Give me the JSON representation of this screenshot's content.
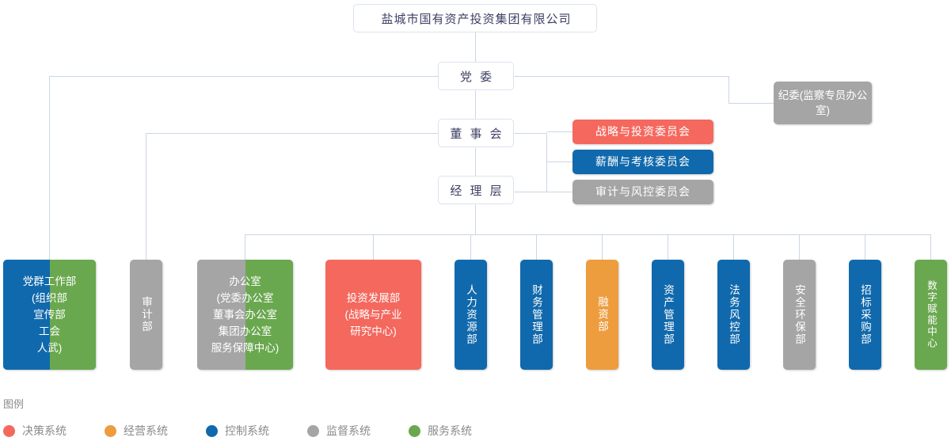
{
  "title_node": {
    "label": "盐城市国有资产投资集团有限公司"
  },
  "hierarchy": [
    {
      "name": "party-committee",
      "label": "党 委"
    },
    {
      "name": "board-of-directors",
      "label": "董 事 会"
    },
    {
      "name": "management-layer",
      "label": "经 理 层"
    }
  ],
  "discipline_node": {
    "label": "纪委(监察专员办公室)",
    "color": "#a5a5a5"
  },
  "committees": [
    {
      "name": "strategy-investment-committee",
      "label": "战略与投资委员会",
      "color": "#f4685e"
    },
    {
      "name": "compensation-assessment-committee",
      "label": "薪酬与考核委员会",
      "color": "#1069ac"
    },
    {
      "name": "audit-risk-committee",
      "label": "审计与风控委员会",
      "color": "#a5a5a5"
    }
  ],
  "departments": [
    {
      "name": "party-mass-work-department",
      "label": "党群工作部\n(组织部\n宣传部\n工会\n人武)",
      "color": "#1069ac",
      "color2": "#6aa84f",
      "orientation": "horizontal"
    },
    {
      "name": "audit-department",
      "label": "审计部",
      "color": "#a5a5a5",
      "orientation": "vertical"
    },
    {
      "name": "general-office",
      "label": "办公室\n(党委办公室\n董事会办公室\n集团办公室\n服务保障中心)",
      "color": "#a5a5a5",
      "color2": "#6aa84f",
      "orientation": "horizontal"
    },
    {
      "name": "investment-development-department",
      "label": "投资发展部\n(战略与产业\n研究中心)",
      "color": "#f4685e",
      "orientation": "horizontal"
    },
    {
      "name": "human-resources-department",
      "label": "人力资源部",
      "color": "#1069ac",
      "orientation": "vertical"
    },
    {
      "name": "financial-management-department",
      "label": "财务管理部",
      "color": "#1069ac",
      "orientation": "vertical"
    },
    {
      "name": "financing-department",
      "label": "融资部",
      "color": "#ed9c3e",
      "orientation": "vertical"
    },
    {
      "name": "asset-management-department",
      "label": "资产管理部",
      "color": "#1069ac",
      "orientation": "vertical"
    },
    {
      "name": "legal-risk-control-department",
      "label": "法务风控部",
      "color": "#1069ac",
      "orientation": "vertical"
    },
    {
      "name": "safety-environment-department",
      "label": "安全环保部",
      "color": "#a5a5a5",
      "orientation": "vertical"
    },
    {
      "name": "bidding-procurement-department",
      "label": "招标采购部",
      "color": "#1069ac",
      "orientation": "vertical"
    },
    {
      "name": "digital-empowerment-center",
      "label": "数字赋能中心",
      "color": "#6aa84f",
      "orientation": "vertical"
    }
  ],
  "legend": {
    "title": "图例",
    "items": [
      {
        "name": "decision-system",
        "label": "决策系统",
        "color": "#f4685e"
      },
      {
        "name": "operation-system",
        "label": "经营系统",
        "color": "#ed9c3e"
      },
      {
        "name": "control-system",
        "label": "控制系统",
        "color": "#1069ac"
      },
      {
        "name": "supervision-system",
        "label": "监督系统",
        "color": "#a5a5a5"
      },
      {
        "name": "service-system",
        "label": "服务系统",
        "color": "#6aa84f"
      }
    ]
  }
}
